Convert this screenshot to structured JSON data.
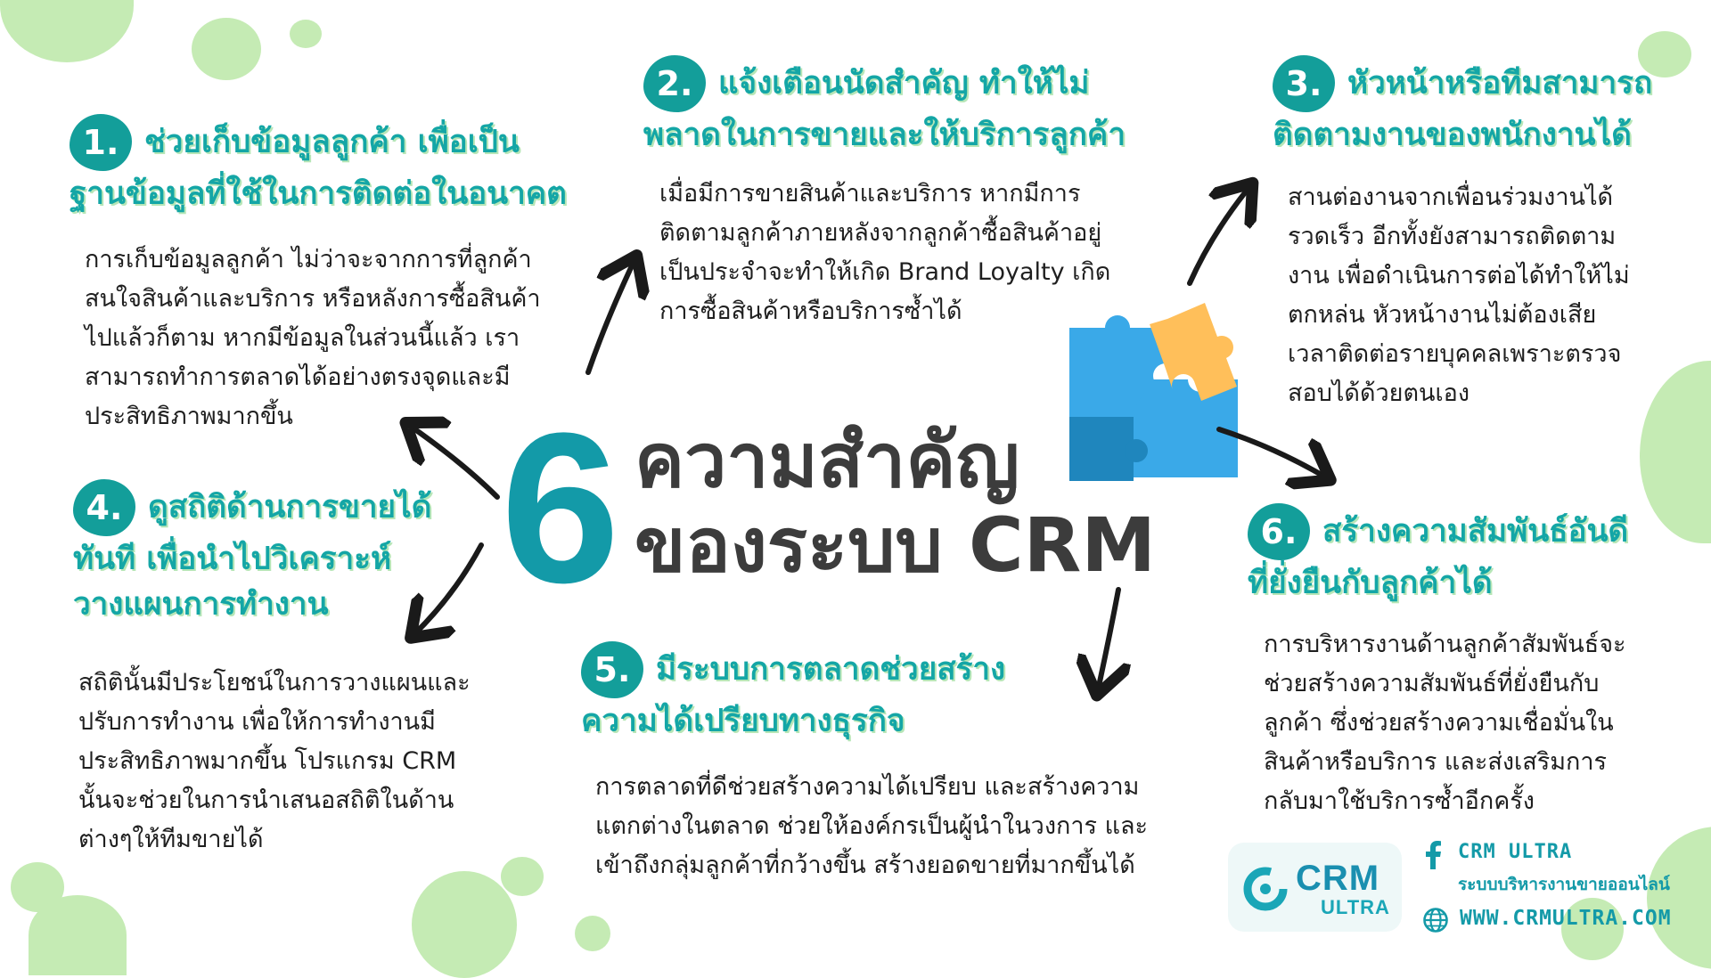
{
  "title": {
    "number": "6",
    "line1": "ความสำคัญ",
    "line2": "ของระบบ CRM"
  },
  "items": [
    {
      "num": "1.",
      "heading": [
        "ช่วยเก็บข้อมูลลูกค้า เพื่อเป็น",
        "ฐานข้อมูลที่ใช้ในการติดต่อในอนาคต"
      ],
      "body": [
        "การเก็บข้อมูลลูกค้า ไม่ว่าจะจากการที่ลูกค้า",
        "สนใจสินค้าและบริการ หรือหลังการซื้อสินค้า",
        "ไปแล้วก็ตาม หากมีข้อมูลในส่วนนี้แล้ว เรา",
        "สามารถทำการตลาดได้อย่างตรงจุดและมี",
        "ประสิทธิภาพมากขึ้น"
      ]
    },
    {
      "num": "2.",
      "heading": [
        "แจ้งเตือนนัดสำคัญ ทำให้ไม่",
        "พลาดในการขายและให้บริการลูกค้า"
      ],
      "body": [
        "เมื่อมีการขายสินค้าและบริการ หากมีการ",
        "ติดตามลูกค้าภายหลังจากลูกค้าซื้อสินค้าอยู่",
        "เป็นประจำจะทำให้เกิด Brand Loyalty เกิด",
        "การซื้อสินค้าหรือบริการซ้ำได้"
      ]
    },
    {
      "num": "3.",
      "heading": [
        "หัวหน้าหรือทีมสามารถ",
        "ติดตามงานของพนักงานได้"
      ],
      "body": [
        "สานต่องานจากเพื่อนร่วมงานได้",
        "รวดเร็ว อีกทั้งยังสามารถติดตาม",
        "งาน เพื่อดำเนินการต่อได้ทำให้ไม่",
        "ตกหล่น หัวหน้างานไม่ต้องเสีย",
        "เวลาติดต่อรายบุคคลเพราะตรวจ",
        "สอบได้ด้วยตนเอง"
      ]
    },
    {
      "num": "4.",
      "heading": [
        "ดูสถิติด้านการขายได้",
        "ทันที เพื่อนำไปวิเคราะห์",
        "วางแผนการทำงาน"
      ],
      "body": [
        "สถิตินั้นมีประโยชน์ในการวางแผนและ",
        "ปรับการทำงาน เพื่อให้การทำงานมี",
        "ประสิทธิภาพมากขึ้น โปรแกรม CRM",
        "นั้นจะช่วยในการนำเสนอสถิติในด้าน",
        "ต่างๆให้ทีมขายได้"
      ]
    },
    {
      "num": "5.",
      "heading": [
        "มีระบบการตลาดช่วยสร้าง",
        "ความได้เปรียบทางธุรกิจ"
      ],
      "body": [
        "การตลาดที่ดีช่วยสร้างความได้เปรียบ และสร้างความ",
        "แตกต่างในตลาด ช่วยให้องค์กรเป็นผู้นำในวงการ และ",
        "เข้าถึงกลุ่มลูกค้าที่กว้างขึ้น สร้างยอดขายที่มากขึ้นได้"
      ]
    },
    {
      "num": "6.",
      "heading": [
        "สร้างความสัมพันธ์อันดี",
        "ที่ยั่งยืนกับลูกค้าได้"
      ],
      "body": [
        "การบริหารงานด้านลูกค้าสัมพันธ์จะ",
        "ช่วยสร้างความสัมพันธ์ที่ยั่งยืนกับ",
        "ลูกค้า ซึ่งช่วยสร้างความเชื่อมั่นใน",
        "สินค้าหรือบริการ และส่งเสริมการ",
        "กลับมาใช้บริการซ้ำอีกครั้ง"
      ]
    }
  ],
  "brand": {
    "logo_word": "CRM",
    "logo_sub": "ULTRA",
    "facebook_name": "CRM ULTRA",
    "tagline": "ระบบบริหารงานขายออนไลน์",
    "website": "WWW.CRMULTRA.COM"
  },
  "colors": {
    "teal": "#139e9a",
    "heading_teal": "#14a6a6",
    "title_gray": "#3c3c3c",
    "blob_green": "#c5ebb4",
    "puzzle_blue": "#3aa9e8",
    "puzzle_dark": "#1f86bd",
    "puzzle_orange": "#ffbf5a",
    "arrow": "#1a1a1a"
  },
  "icons": [
    "puzzle-icon",
    "facebook-icon",
    "globe-icon",
    "crm-ultra-logo"
  ]
}
